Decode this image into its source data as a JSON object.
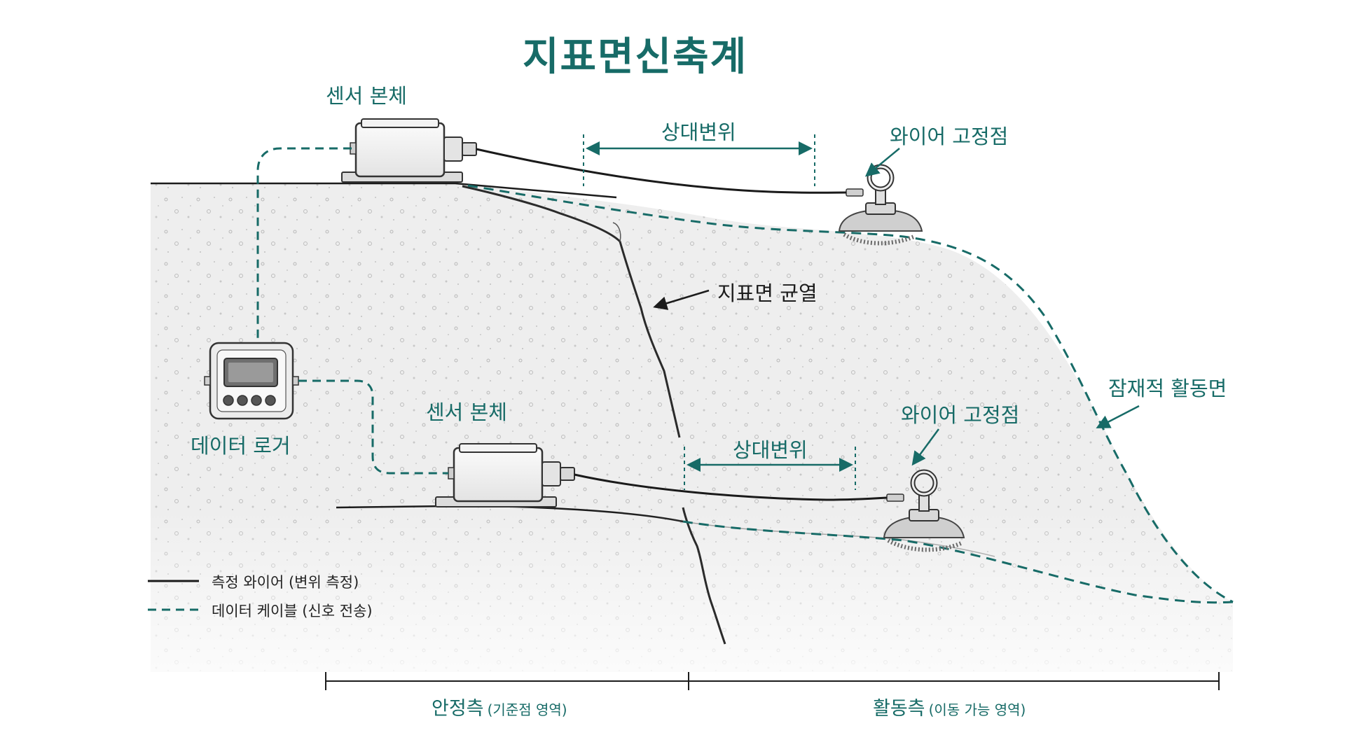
{
  "title": "지표면신축계",
  "labels": {
    "sensor_upper": "센서 본체",
    "sensor_lower": "센서 본체",
    "displacement_upper": "상대변위",
    "displacement_lower": "상대변위",
    "anchor_upper": "와이어 고정점",
    "anchor_lower": "와이어 고정점",
    "crack": "지표면 균열",
    "slip_surface": "잠재적 활동면",
    "logger": "데이터 로거"
  },
  "legend": {
    "wire": "측정 와이어 (변위 측정)",
    "cable": "데이터 케이블 (신호 전송)"
  },
  "zones": {
    "stable": {
      "label": "안정측",
      "sub": "(기준점 영역)"
    },
    "active": {
      "label": "활동측",
      "sub": "(이동 가능 영역)"
    }
  },
  "colors": {
    "accent": "#176b67",
    "wire": "#1a1a1a",
    "ground": "#ededed"
  },
  "icons": [
    "sensor-box-icon",
    "eye-bolt-anchor-icon",
    "data-logger-icon"
  ]
}
